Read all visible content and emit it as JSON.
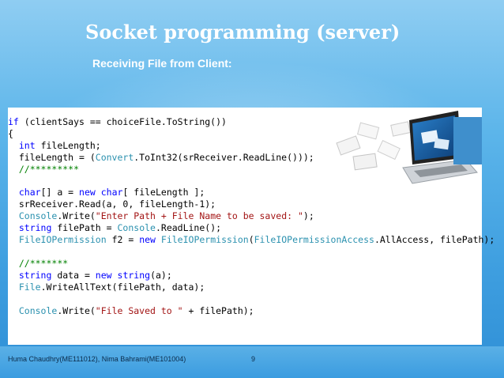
{
  "slide": {
    "title": "Socket programming (server)",
    "subtitle": "Receiving File from Client:"
  },
  "code": {
    "line1": {
      "kw": "if",
      "rest": " (clientSays == choiceFile.ToString())"
    },
    "line2": {
      "text": "{"
    },
    "line3": {
      "indent": "  ",
      "kw": "int",
      "rest": " fileLength;"
    },
    "line4": {
      "a": "  fileLength = (",
      "ty": "Convert",
      "b": ".ToInt32(srReceiver.ReadLine()));"
    },
    "line5": {
      "indent": "  ",
      "comment": "//*********"
    },
    "line6": {
      "text": ""
    },
    "line7": {
      "indent": "  ",
      "kw1": "char",
      "a": "[] a = ",
      "kw2": "new",
      "b": " ",
      "kw3": "char",
      "c": "[ fileLength ];"
    },
    "line8": {
      "text": "  srReceiver.Read(a, 0, fileLength-1);"
    },
    "line9": {
      "indent": "  ",
      "ty": "Console",
      "a": ".Write(",
      "st": "\"Enter Path + File Name to be saved: \"",
      "b": ");"
    },
    "line10": {
      "indent": "  ",
      "kw": "string",
      "a": " filePath = ",
      "ty": "Console",
      "b": ".ReadLine();"
    },
    "line11": {
      "indent": "  ",
      "ty1": "FileIOPermission",
      "a": " f2 = ",
      "kw": "new",
      "b": " ",
      "ty2": "FileIOPermission",
      "c": "(",
      "ty3": "FileIOPermissionAccess",
      "d": ".AllAccess, filePath);"
    },
    "line12": {
      "text": ""
    },
    "line13": {
      "indent": "  ",
      "comment": "//*******"
    },
    "line14": {
      "indent": "  ",
      "kw1": "string",
      "a": " data = ",
      "kw2": "new",
      "b": " ",
      "kw3": "string",
      "c": "(a);"
    },
    "line15": {
      "indent": "  ",
      "ty": "File",
      "a": ".WriteAllText(filePath, data);"
    },
    "line16": {
      "text": ""
    },
    "line17": {
      "indent": "  ",
      "ty": "Console",
      "a": ".Write(",
      "st": "\"File Saved to \"",
      "b": " + filePath);"
    }
  },
  "footer": {
    "authors": "Huma Chaudhry(ME111012), Nima Bahrami(ME101004)",
    "page_number": "9"
  },
  "icons": {
    "illustration": "laptop-with-flying-papers-icon"
  }
}
